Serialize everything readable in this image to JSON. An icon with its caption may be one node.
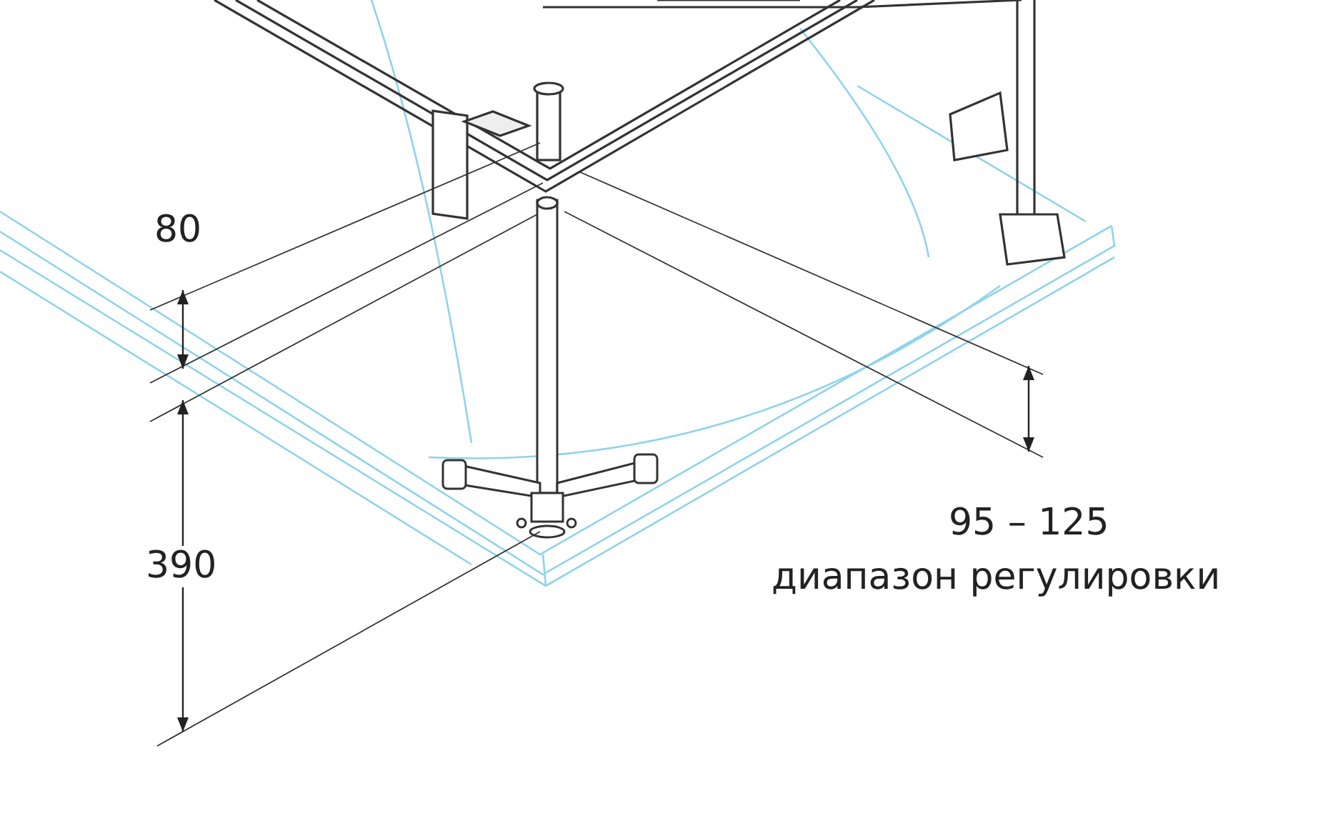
{
  "diagram": {
    "labels": [
      "80",
      "390",
      "95 – 125",
      "диапазон регулировки"
    ]
  }
}
